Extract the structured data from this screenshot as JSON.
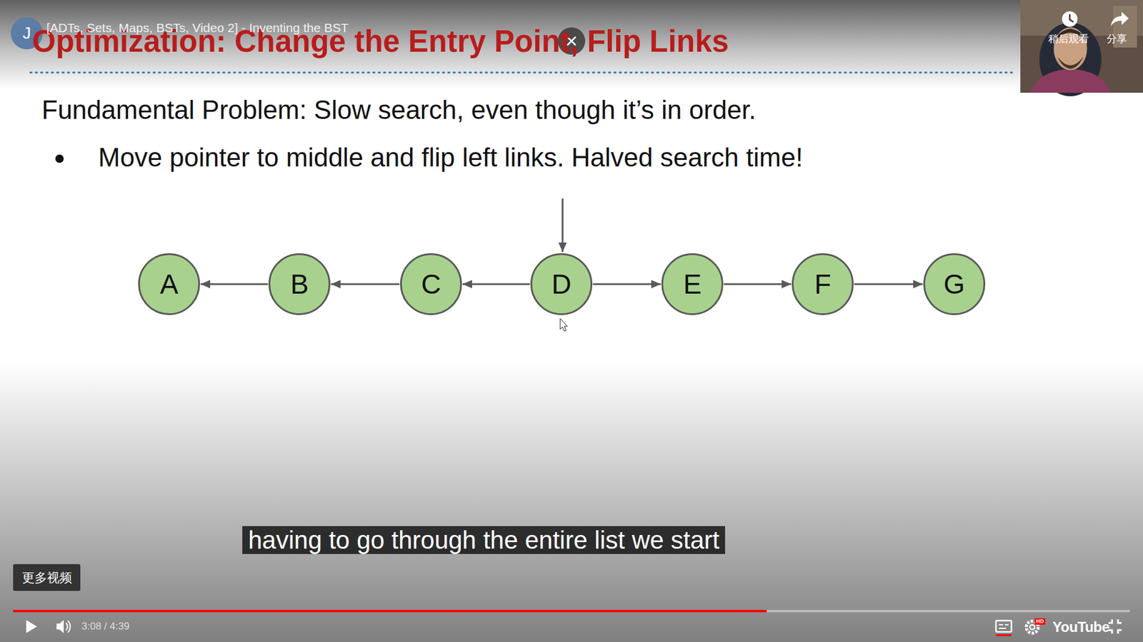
{
  "diagram": {
    "title": "Optimization: Change the Entry Point, Flip Links",
    "nodes": [
      {
        "text": [
          "A"
        ]
      },
      {
        "text": [
          "B"
        ]
      },
      {
        "text": [
          "C"
        ]
      },
      {
        "text": [
          "D"
        ]
      },
      {
        "text": [
          "E"
        ]
      },
      {
        "text": [
          "F"
        ]
      },
      {
        "text": [
          "G"
        ]
      }
    ],
    "edges": [
      {
        "from": 3,
        "to": 2,
        "arrow": "to"
      },
      {
        "from": 2,
        "to": 1,
        "arrow": "to"
      },
      {
        "from": 1,
        "to": 0,
        "arrow": "to"
      },
      {
        "from": 3,
        "to": 4,
        "arrow": "to"
      },
      {
        "from": 4,
        "to": 5,
        "arrow": "to"
      },
      {
        "from": 5,
        "to": 6,
        "arrow": "to"
      }
    ],
    "labels": [
      "[ADTs, Sets, Maps, BSTs, Video 2] - Inventing the BST",
      "J",
      "Fundamental Problem: Slow search, even though it’s in order.",
      "Move pointer to middle and flip left links. Halved search time!",
      "having to go through the entire list we start",
      "更多视频",
      "3:08 / 4:39",
      "稍后观看",
      "分享",
      "HD",
      "YouTube"
    ]
  }
}
